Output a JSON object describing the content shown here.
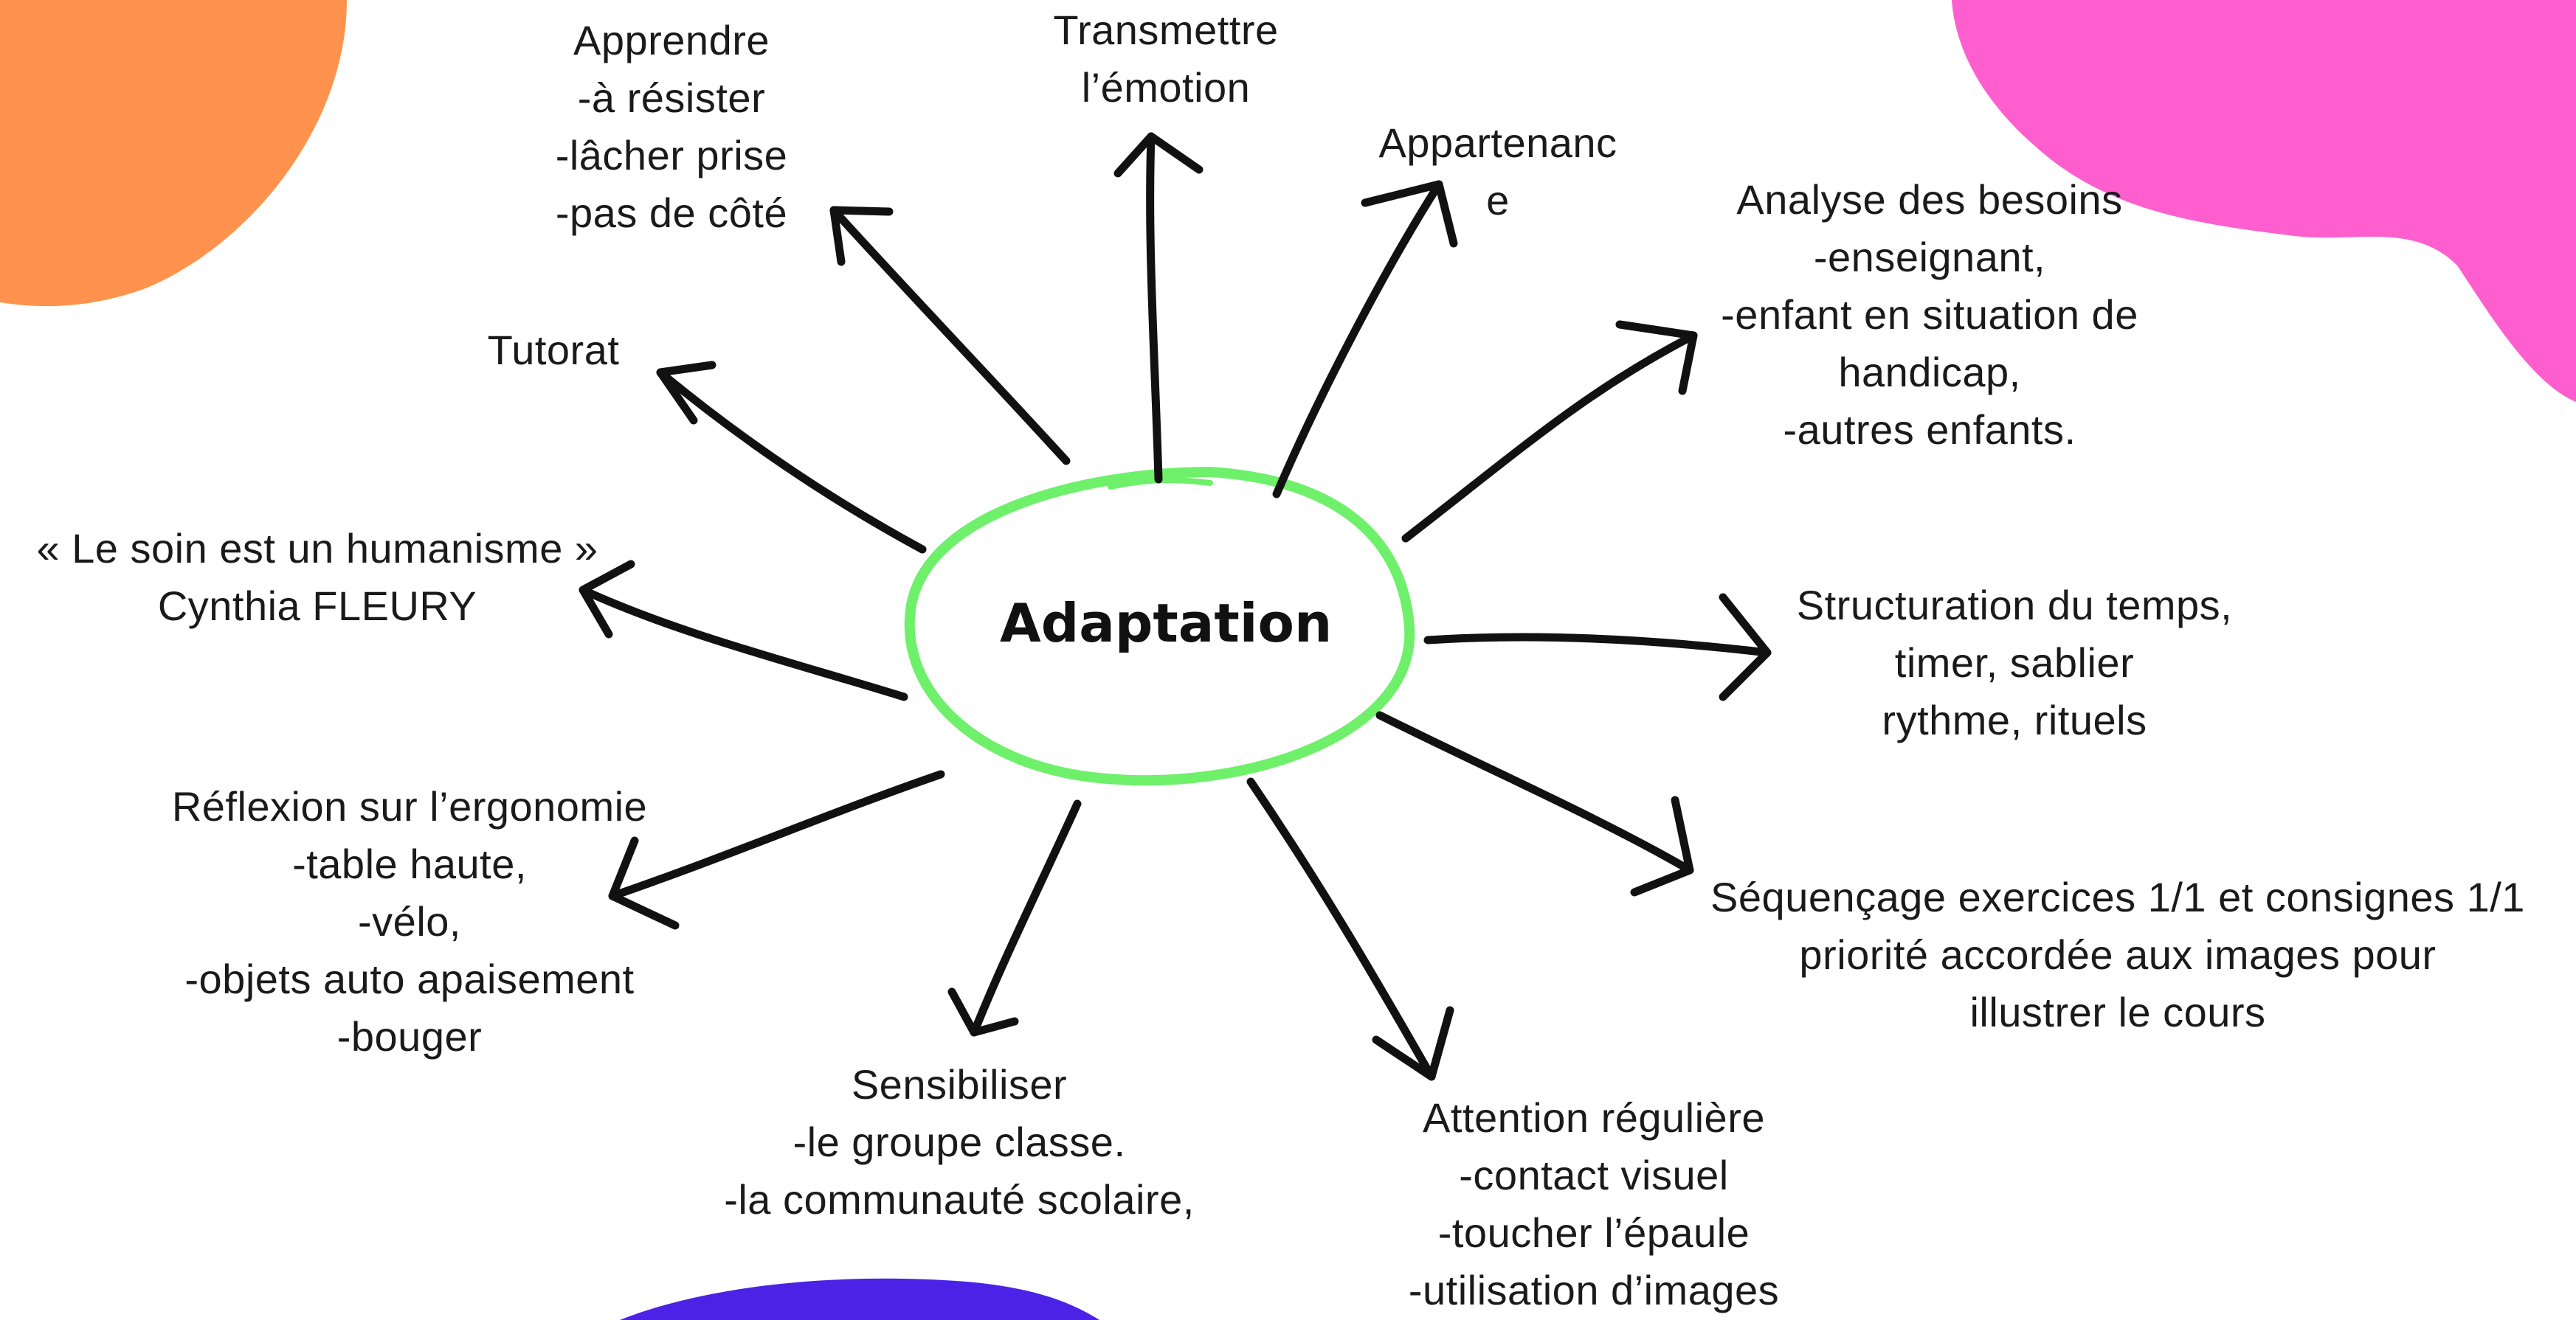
{
  "colors": {
    "orange_blob": "#FF924C",
    "pink_blob": "#FF5ECF",
    "purple_blob": "#4B22E6",
    "center_ring": "#6EF06A",
    "arrow": "#111111",
    "text": "#1a1a1a"
  },
  "center": {
    "label": "Adaptation"
  },
  "nodes": {
    "apprendre": [
      "Apprendre",
      "-à résister",
      "-lâcher prise",
      "-pas  de côté"
    ],
    "transmettre": [
      "Transmettre",
      "l’émotion"
    ],
    "appartenance": [
      "Appartenanc",
      "e"
    ],
    "analyse": [
      "Analyse des besoins",
      "-enseignant,",
      "-enfant  en situation de",
      "handicap,",
      "-autres enfants."
    ],
    "tutorat": [
      "Tutorat"
    ],
    "soin": [
      "« Le soin est un humanisme »",
      "Cynthia FLEURY"
    ],
    "structuration": [
      "Structuration du temps,",
      "timer, sablier",
      "rythme,   rituels"
    ],
    "reflexion": [
      "Réflexion sur l’ergonomie",
      "-table haute,",
      "-vélo,",
      "-objets auto apaisement",
      "-bouger"
    ],
    "sequencage": [
      "Séquençage  exercices 1/1 et consignes 1/1",
      "priorité accordée aux images pour",
      "illustrer le  cours"
    ],
    "sensibiliser": [
      "Sensibiliser",
      "-le groupe classe.",
      "-la communauté scolaire,"
    ],
    "attention": [
      "Attention régulière",
      "-contact visuel",
      "-toucher l’épaule",
      "-utilisation d’images"
    ]
  }
}
